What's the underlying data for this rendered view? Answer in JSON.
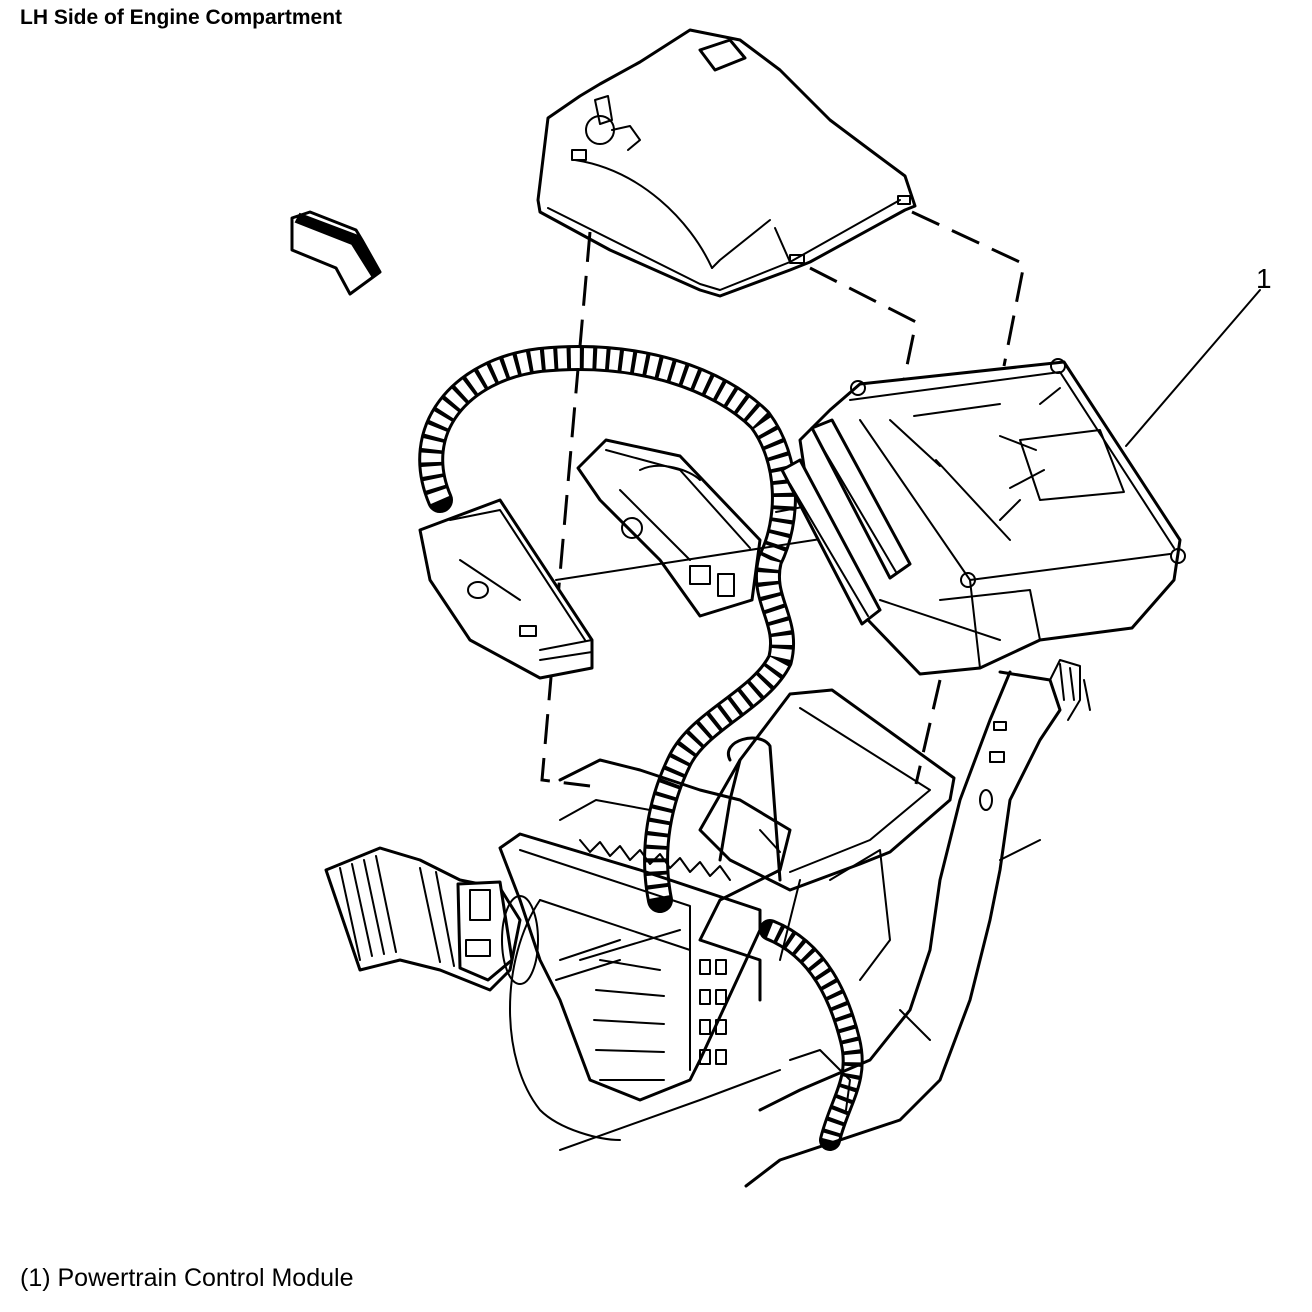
{
  "title": "LH Side of Engine Compartment",
  "callouts": [
    {
      "number": "1",
      "label": "(1) Powertrain Control Module"
    }
  ]
}
